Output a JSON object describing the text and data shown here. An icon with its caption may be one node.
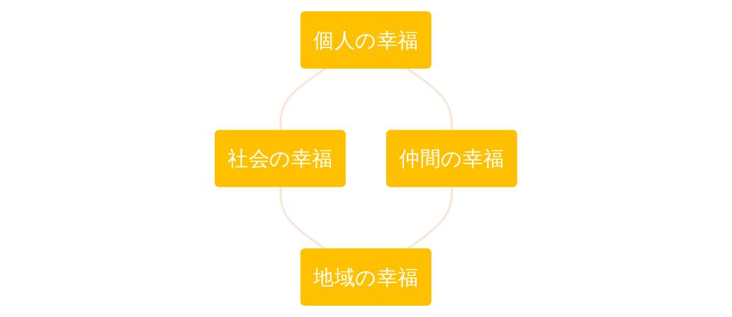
{
  "diagram": {
    "nodes": [
      {
        "text": [
          "個人の幸福"
        ]
      },
      {
        "text": [
          "社会の幸福"
        ]
      },
      {
        "text": [
          "仲間の幸福"
        ]
      },
      {
        "text": [
          "地域の幸福"
        ]
      }
    ],
    "edges": [
      {
        "from": 0,
        "to": 1,
        "arrow": "none"
      },
      {
        "from": 0,
        "to": 2,
        "arrow": "none"
      },
      {
        "from": 1,
        "to": 3,
        "arrow": "none"
      },
      {
        "from": 2,
        "to": 3,
        "arrow": "none"
      }
    ]
  }
}
